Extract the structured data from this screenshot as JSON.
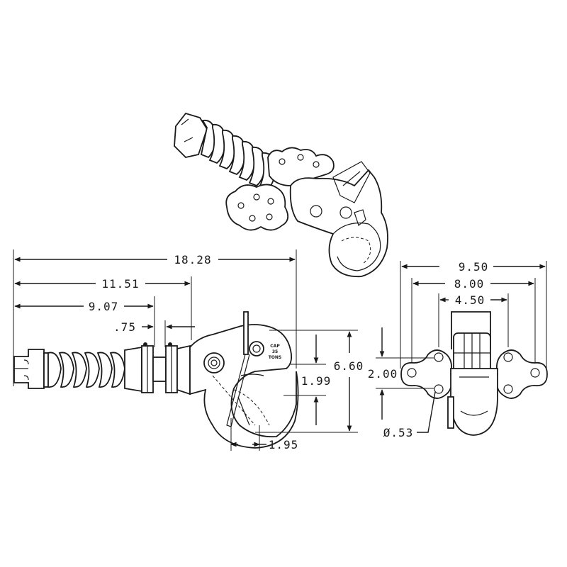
{
  "diagram": {
    "subject": "Pintle hook assembly with spring-loaded drawbar",
    "views": [
      "isometric-view",
      "side-view",
      "front-view"
    ],
    "colors": {
      "ink": "#1a1a1a",
      "background": "#ffffff"
    }
  },
  "side_view": {
    "dimensions": {
      "overall_length": "18.28",
      "length_to_flange": "11.51",
      "length_to_mount": "9.07",
      "flange_gap": ".75",
      "overall_height": "6.60",
      "hook_opening": "1.99",
      "hook_throat": "1.95"
    },
    "hook_label": [
      "CAP",
      "35",
      "TONS"
    ]
  },
  "front_view": {
    "dimensions": {
      "outer_hole_spacing": "9.50",
      "mid_hole_spacing": "8.00",
      "inner_hole_spacing": "4.50",
      "vertical_hole_spacing": "2.00",
      "hole_diameter": "Ø.53"
    }
  }
}
